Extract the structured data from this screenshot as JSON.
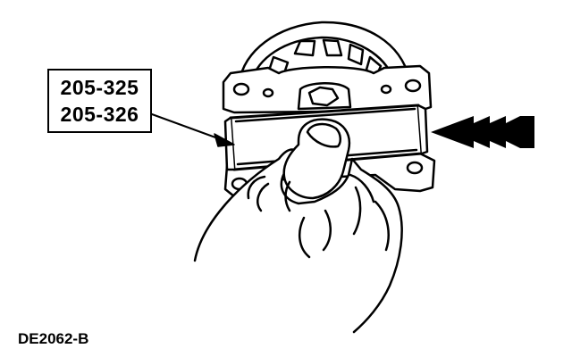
{
  "callout": {
    "line1": "205-325",
    "line2": "205-326"
  },
  "figure_id": "DE2062-B"
}
